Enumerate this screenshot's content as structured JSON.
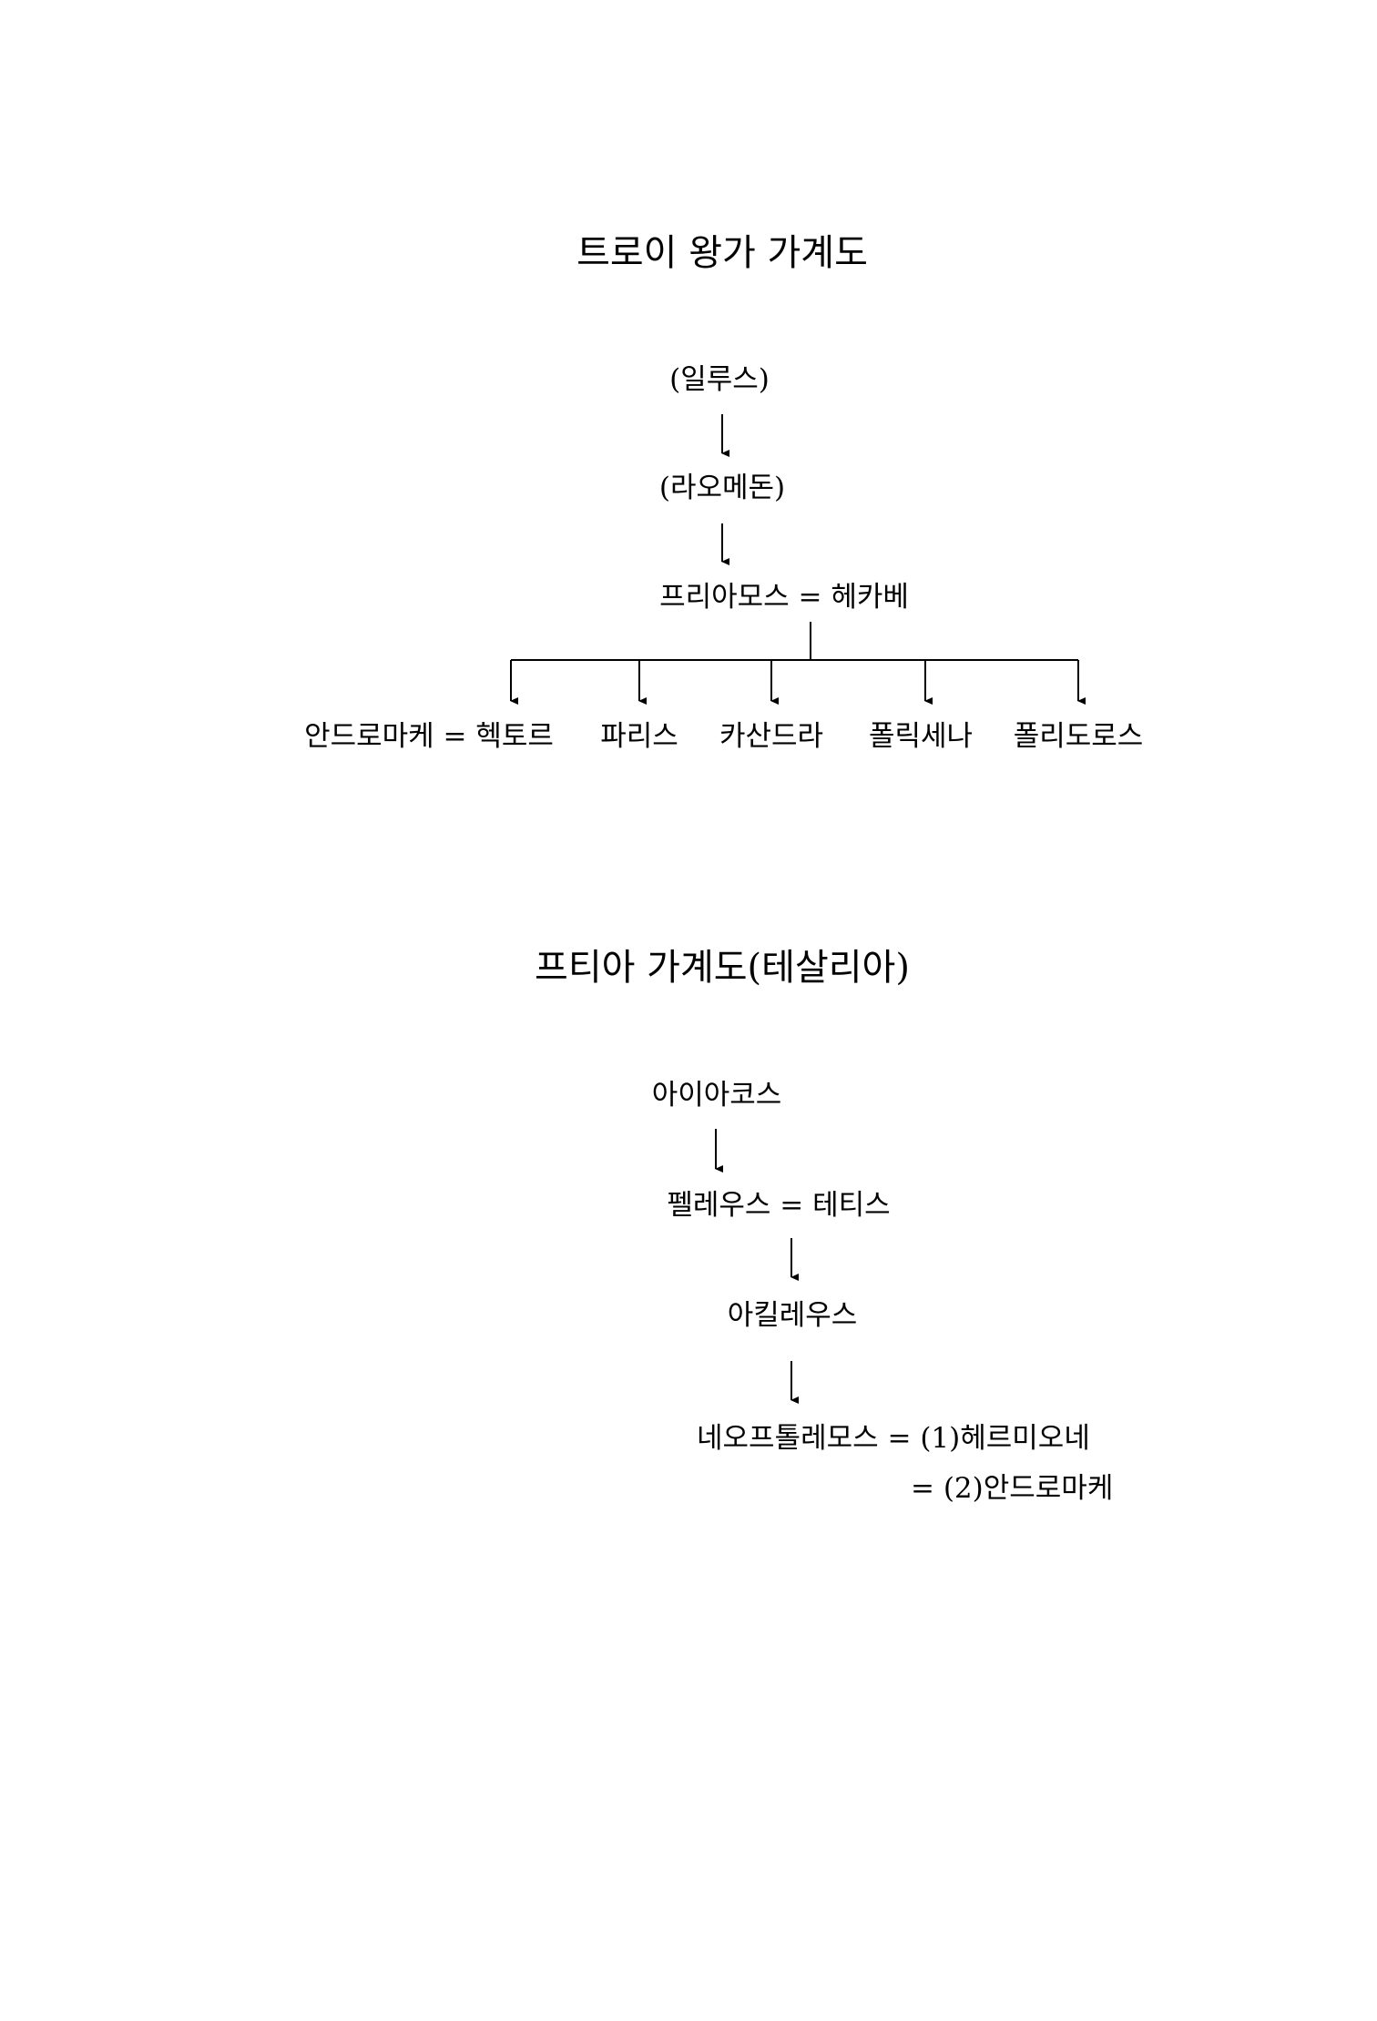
{
  "troy": {
    "title": "트로이 왕가 가계도",
    "ilus": "(일루스)",
    "laomedon": "(라오메돈)",
    "parents": "프리아모스 = 헤카베",
    "couple": "안드로마케 = 헥토르",
    "children": [
      "파리스",
      "카산드라",
      "폴릭세나",
      "폴리도로스"
    ]
  },
  "phthia": {
    "title": "프티아 가계도(테살리아)",
    "aeacus": "아이아코스",
    "parents": "펠레우스 = 테티스",
    "achilles": "아킬레우스",
    "neoptolemus": "네오프톨레모스 = (1)헤르미오네",
    "second_wife": "= (2)안드로마케"
  }
}
